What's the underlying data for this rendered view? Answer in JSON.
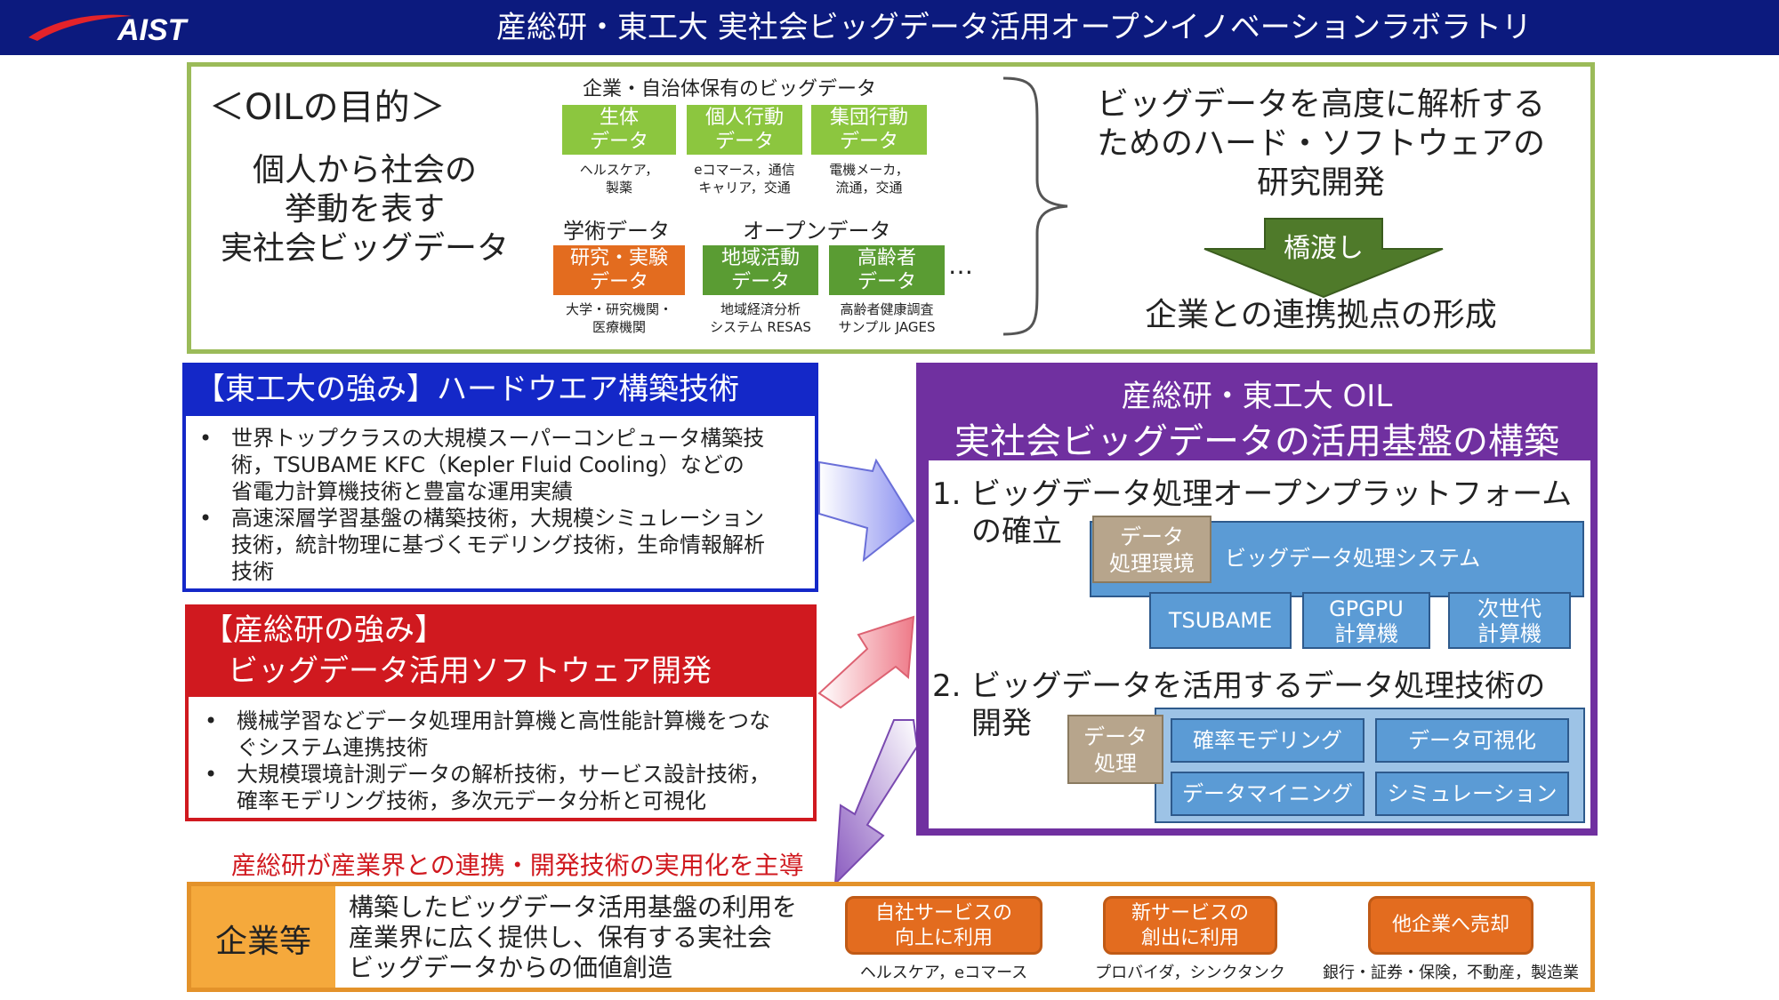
{
  "header": {
    "logo_text": "AIST",
    "title": "産総研・東工大 実社会ビッグデータ活用オープンイノベーションラボラトリ"
  },
  "purpose": {
    "heading": "＜OILの目的＞",
    "main_lines": [
      "個人から社会の",
      "挙動を表す",
      "実社会ビッグデータ"
    ],
    "corporate_label": "企業・自治体保有のビッグデータ",
    "corporate_boxes": [
      {
        "l1": "生体",
        "l2": "データ",
        "note1": "ヘルスケア，",
        "note2": "製薬"
      },
      {
        "l1": "個人行動",
        "l2": "データ",
        "note1": "eコマース，通信",
        "note2": "キャリア，交通"
      },
      {
        "l1": "集団行動",
        "l2": "データ",
        "note1": "電機メーカ，",
        "note2": "流通，交通"
      }
    ],
    "academic_label": "学術データ",
    "open_label": "オープンデータ",
    "academic_box": {
      "l1": "研究・実験",
      "l2": "データ",
      "note1": "大学・研究機関・",
      "note2": "医療機関"
    },
    "open_boxes": [
      {
        "l1": "地域活動",
        "l2": "データ",
        "note1": "地域経済分析",
        "note2": "システム RESAS"
      },
      {
        "l1": "高齢者",
        "l2": "データ",
        "note1": "高齢者健康調査",
        "note2": "サンプル JAGES"
      }
    ],
    "ellipsis": "…",
    "right_lines": [
      "ビッグデータを高度に解析する",
      "ためのハード・ソフトウェアの",
      "研究開発"
    ],
    "bridge_label": "橋渡し",
    "bottom_text": "企業との連携拠点の形成"
  },
  "titech": {
    "header": "【東工大の強み】ハードウエア構築技術",
    "items": [
      [
        "世界トップクラスの大規模スーパーコンピュータ構築技",
        "術，TSUBAME KFC（Kepler Fluid Cooling）などの",
        "省電力計算機技術と豊富な運用実績"
      ],
      [
        "高速深層学習基盤の構築技術，大規模シミュレーション",
        "技術，統計物理に基づくモデリング技術，生命情報解析",
        "技術"
      ]
    ]
  },
  "aist": {
    "header_line1": "【産総研の強み】",
    "header_line2": "ビッグデータ活用ソフトウェア開発",
    "items": [
      [
        "機械学習などデータ処理用計算機と高性能計算機をつな",
        "ぐシステム連携技術"
      ],
      [
        "大規模環境計測データの解析技術，サービス設計技術，",
        "確率モデリング技術，多次元データ分析と可視化"
      ]
    ]
  },
  "oil": {
    "title_line1": "産総研・東工大 OIL",
    "title_line2": "実社会ビッグデータの活用基盤の構築",
    "section1_line1": "1. ビッグデータ処理オープンプラットフォーム",
    "section1_line2": "の確立",
    "env_l1": "データ",
    "env_l2": "処理環境",
    "system_label": "ビッグデータ処理システム",
    "hw_boxes": [
      {
        "l1": "TSUBAME",
        "l2": ""
      },
      {
        "l1": "GPGPU",
        "l2": "計算機"
      },
      {
        "l1": "次世代",
        "l2": "計算機"
      }
    ],
    "section2_line1": "2. ビッグデータを活用するデータ処理技術の",
    "section2_line2": "開発",
    "proc_l1": "データ",
    "proc_l2": "処理",
    "tech_boxes": [
      "確率モデリング",
      "データ可視化",
      "データマイニング",
      "シミュレーション"
    ]
  },
  "lead_text": "産総研が産業界との連携・開発技術の実用化を主導",
  "companies": {
    "label": "企業等",
    "desc_lines": [
      "構築したビッグデータ活用基盤の利用を",
      "産業界に広く提供し、保有する実社会",
      "ビッグデータからの価値創造"
    ],
    "buttons": [
      {
        "l1": "自社サービスの",
        "l2": "向上に利用",
        "note": "ヘルスケア，eコマース"
      },
      {
        "l1": "新サービスの",
        "l2": "創出に利用",
        "note": "プロバイダ，シンクタンク"
      },
      {
        "l1": "他企業へ売却",
        "l2": "",
        "note": "銀行・証券・保険，不動産，製造業"
      }
    ]
  },
  "colors": {
    "header_bg": "#0c1a7e",
    "green_border": "#9bbb59",
    "titech_blue": "#1428c8",
    "aist_red": "#d0191f",
    "oil_purple": "#7030a0",
    "system_blue": "#5b9bd5",
    "orange": "#e36c1f"
  }
}
